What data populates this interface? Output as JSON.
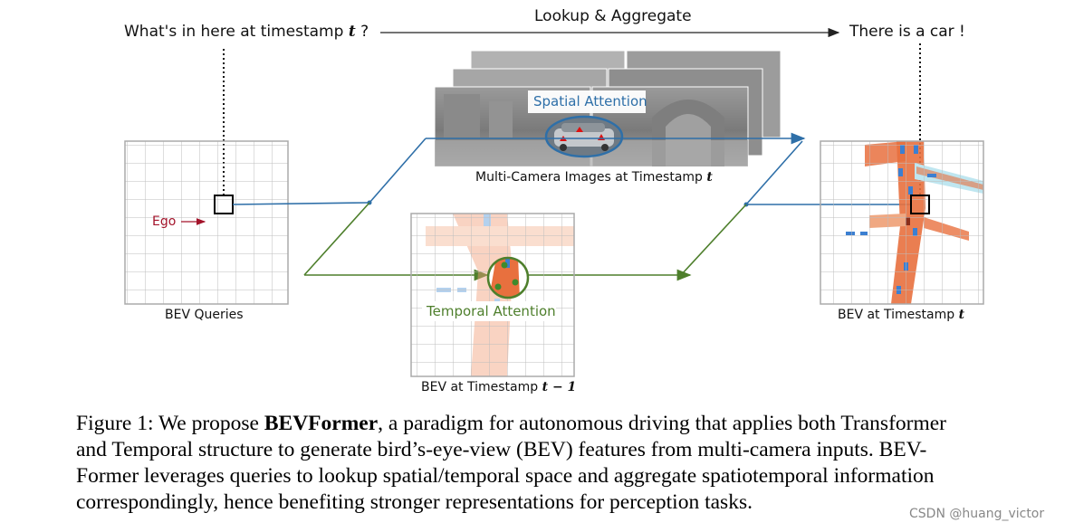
{
  "header": {
    "question_prefix": "What's in here at timestamp",
    "question_var": "t",
    "question_suffix": " ?",
    "lookup_label": "Lookup & Aggregate",
    "answer": "There is a car !"
  },
  "panels": {
    "bev_queries": "BEV Queries",
    "ego_label": "Ego",
    "multicam_prefix": "Multi-Camera Images at Timestamp",
    "multicam_var": "t",
    "spatial_attention": "Spatial Attention",
    "temporal_attention": "Temporal Attention",
    "bev_prev_prefix": "BEV at Timestamp",
    "bev_prev_var": "t − 1",
    "bev_cur_prefix": "BEV at Timestamp",
    "bev_cur_var": "t"
  },
  "caption": {
    "line1_prefix": "Figure 1: We propose ",
    "line1_bold": "BEVFormer",
    "line1_suffix": ", a paradigm for autonomous driving that applies both Transformer",
    "line2": "and Temporal structure to generate bird’s-eye-view (BEV) features from multi-camera inputs. BEV-",
    "line3": "Former leverages queries to lookup spatial/temporal space and aggregate spatiotemporal information",
    "line4": "correspondingly, hence benefiting stronger representations for perception tasks."
  },
  "watermark": "CSDN @huang_victor",
  "colors": {
    "spatial_blue": "#2e6fa8",
    "temporal_green": "#4e7f2c",
    "ego_red": "#a3132a",
    "road_orange": "#e8703e",
    "grid_gray": "#b8b8b8"
  }
}
